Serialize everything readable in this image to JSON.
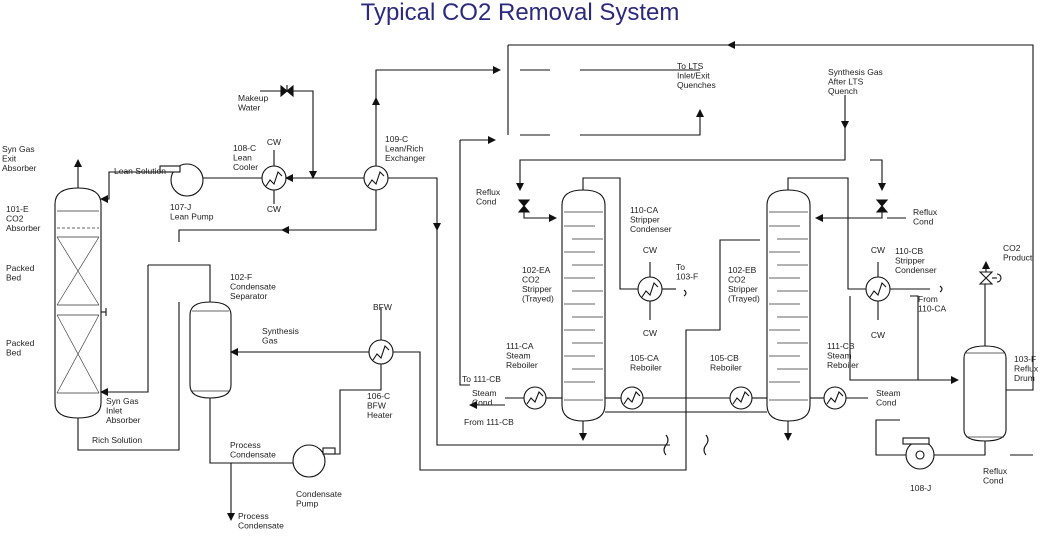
{
  "title": "Typical CO2 Removal System",
  "labels": {
    "syngas_exit": [
      "Syn Gas",
      "Exit",
      "Absorber"
    ],
    "absorber": [
      "101-E",
      "CO2",
      "Absorber"
    ],
    "packed_bed_1": [
      "Packed",
      "Bed"
    ],
    "packed_bed_2": [
      "Packed",
      "Bed"
    ],
    "lean_solution": "Lean Solution",
    "lean_pump": [
      "107-J",
      "Lean Pump"
    ],
    "lean_cooler": [
      "108-C",
      "Lean",
      "Cooler"
    ],
    "makeup_water": [
      "Makeup",
      "Water"
    ],
    "cw_108_top": "CW",
    "cw_108_bottom": "CW",
    "exchanger_109": [
      "109-C",
      "Lean/Rich",
      "Exchanger"
    ],
    "to_lts": [
      "To LTS",
      "Inlet/Exit",
      "Quenches"
    ],
    "synthesis_gas_after": [
      "Synthesis Gas",
      "After LTS",
      "Quench"
    ],
    "reflux_cond_a": [
      "Reflux",
      "Cond"
    ],
    "reflux_cond_b": [
      "Reflux",
      "Cond"
    ],
    "condenser_110ca": [
      "110-CA",
      "Stripper",
      "Condenser"
    ],
    "cw_110ca_top": "CW",
    "cw_110ca_bottom": "CW",
    "to_103f": [
      "To",
      "103-F"
    ],
    "stripper_102ea": [
      "102-EA",
      "CO2",
      "Stripper",
      "(Trayed)"
    ],
    "stripper_102eb": [
      "102-EB",
      "CO2",
      "Stripper",
      "(Trayed)"
    ],
    "condenser_110cb": [
      "110-CB",
      "Stripper",
      "Condenser"
    ],
    "cw_110cb_top": "CW",
    "cw_110cb_bottom": "CW",
    "from_110ca": [
      "From",
      "110-CA"
    ],
    "co2_product": [
      "CO2",
      "Product"
    ],
    "separator_102f": [
      "102-F",
      "Condensate",
      "Separator"
    ],
    "bfw": "BFW",
    "synthesis_gas": [
      "Synthesis",
      "Gas"
    ],
    "reboiler_111ca": [
      "111-CA",
      "Steam",
      "Reboiler"
    ],
    "reboiler_105ca": [
      "105-CA",
      "Reboiler"
    ],
    "reboiler_105cb": [
      "105-CB",
      "Reboiler"
    ],
    "reboiler_111cb": [
      "111-CB",
      "Steam",
      "Reboiler"
    ],
    "to_111cb": "To 111-CB",
    "steam_cond_a": [
      "Steam",
      "Cond"
    ],
    "from_111cb": "From 111-CB",
    "steam_cond_b": [
      "Steam",
      "Cond"
    ],
    "reflux_drum": [
      "103-F",
      "Reflux",
      "Drum"
    ],
    "syngas_inlet": [
      "Syn Gas",
      "Inlet",
      "Absorber"
    ],
    "rich_solution": "Rich Solution",
    "bfw_heater": [
      "106-C",
      "BFW",
      "Heater"
    ],
    "process_condensate_1": [
      "Process",
      "Condensate"
    ],
    "condensate_pump": [
      "Condensate",
      "Pump"
    ],
    "process_condensate_2": [
      "Process",
      "Condensate"
    ],
    "pump_108j": "108-J",
    "reflux_cond_c": [
      "Reflux",
      "Cond"
    ]
  }
}
